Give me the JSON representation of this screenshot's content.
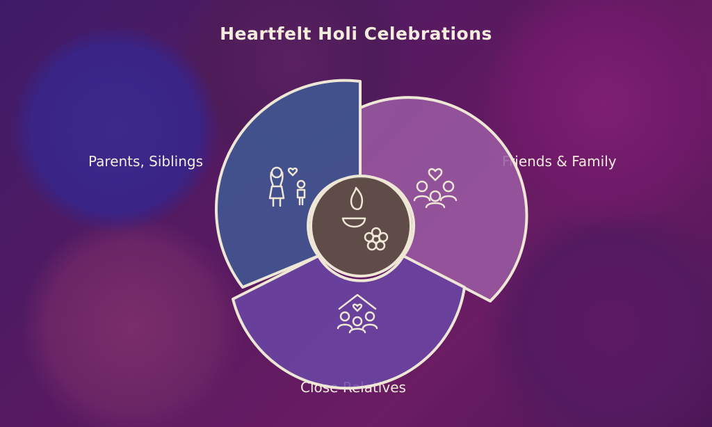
{
  "title": "Heartfelt Holi Celebrations",
  "segments": [
    {
      "label": "Parents, Siblings",
      "icon": "parents-siblings-icon",
      "color": "#3f5a94"
    },
    {
      "label": "Friends & Family",
      "icon": "friends-family-icon",
      "color": "#9b5ca3"
    },
    {
      "label": "Close Relatives",
      "icon": "house-family-icon",
      "color": "#6a46a6"
    }
  ],
  "center": {
    "icon": "diya-flower-icon",
    "color": "#5f5246"
  },
  "colors": {
    "outline": "#efe7d6",
    "text": "#f4ecdc"
  }
}
